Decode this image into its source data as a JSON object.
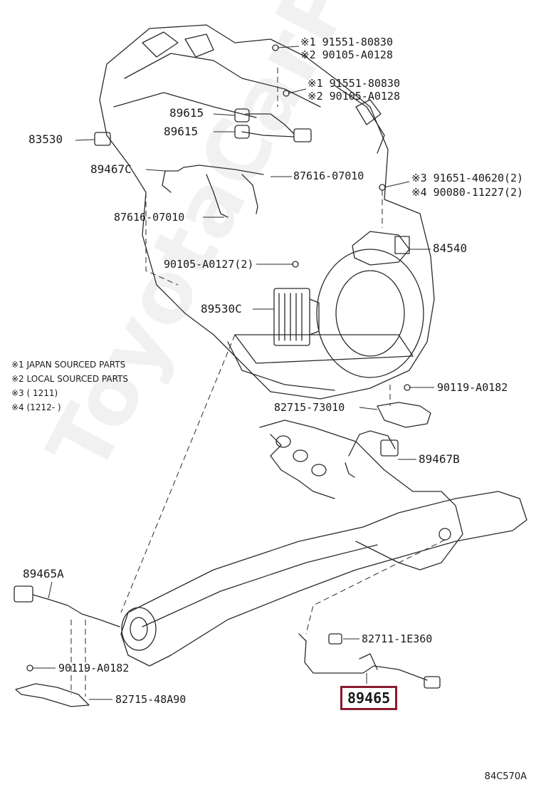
{
  "watermark": "ToyotaCarPlanet.ru",
  "diagram_code": "84C570A",
  "highlight_color": "#8b1a2e",
  "highlighted_part": "89465",
  "parts": {
    "p91551_top": "※1 91551-80830",
    "p90105_top": "※2 90105-A0128",
    "p91551_mid": "※1 91551-80830",
    "p90105_mid": "※2 90105-A0128",
    "p89615_a": "89615",
    "p89615_b": "89615",
    "p83530": "83530",
    "p89467C": "89467C",
    "p87616_a": "87616-07010",
    "p87616_b": "87616-07010",
    "p91651": "※3 91651-40620(2)",
    "p90080": "※4 90080-11227(2)",
    "p84540": "84540",
    "p90105_a0127": "90105-A0127(2)",
    "p89530C": "89530C",
    "p90119_a": "90119-A0182",
    "p82715_73010": "82715-73010",
    "p89467B": "89467B",
    "p89465A": "89465A",
    "p82711": "82711-1E360",
    "p90119_b": "90119-A0182",
    "p82715_48A90": "82715-48A90"
  },
  "notes": [
    "※1 JAPAN SOURCED PARTS",
    "※2 LOCAL SOURCED PARTS",
    "※3 (        1211)",
    "※4 (1212-      )"
  ]
}
